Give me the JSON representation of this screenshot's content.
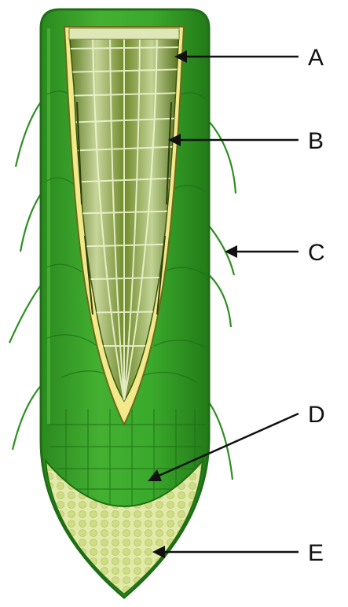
{
  "diagram": {
    "colors": {
      "background": "#ffffff",
      "root_outer": "#2a8a1e",
      "root_body": "#3aaa2c",
      "root_highlight": "#58c040",
      "cortex_lines": "#1f6e16",
      "pericycle": "#f2e98a",
      "pericycle_dark": "#5a5a1a",
      "vascular_light": "#b9c98a",
      "vascular_dark": "#4f6a1c",
      "root_cap": "#dfe8a6",
      "root_cap_cells": "#c8d67a",
      "arrow": "#111111",
      "label_text": "#111111"
    },
    "labels": [
      {
        "id": "A",
        "text": "A"
      },
      {
        "id": "B",
        "text": "B"
      },
      {
        "id": "C",
        "text": "C"
      },
      {
        "id": "D",
        "text": "D"
      },
      {
        "id": "E",
        "text": "E"
      }
    ]
  }
}
